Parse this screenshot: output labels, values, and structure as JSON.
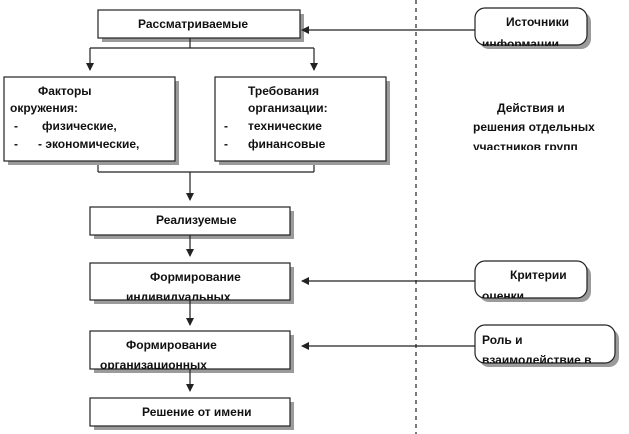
{
  "diagram": {
    "boxes": {
      "considered": "Рассматриваемые",
      "realized": "Реализуемые",
      "forming_individual": {
        "line1": "Формирование",
        "line2": "индивидуальных"
      },
      "forming_org": {
        "line1": "Формирование",
        "line2": "организационных"
      },
      "decision": "Решение от имени"
    },
    "env_factors": {
      "title_line1": "Факторы",
      "title_line2": "окружения:",
      "item1_dash": "-",
      "item1": "физические,",
      "item2_dash": "-",
      "item2": "- экономические,"
    },
    "org_requirements": {
      "title_line1": "Требования",
      "title_line2": "организации:",
      "item1_dash": "-",
      "item1": "технические",
      "item2_dash": "-",
      "item2": "финансовые"
    },
    "right_side": {
      "sources": {
        "line1": "Источники",
        "line2": "информации"
      },
      "actions": {
        "line1": "Действия и",
        "line2": "решения отдельных",
        "line3": "участников групп"
      },
      "criteria": {
        "line1": "Критерии",
        "line2": "оценки"
      },
      "roles": {
        "line1": "Роль и",
        "line2": "взаимодействие в"
      }
    }
  }
}
